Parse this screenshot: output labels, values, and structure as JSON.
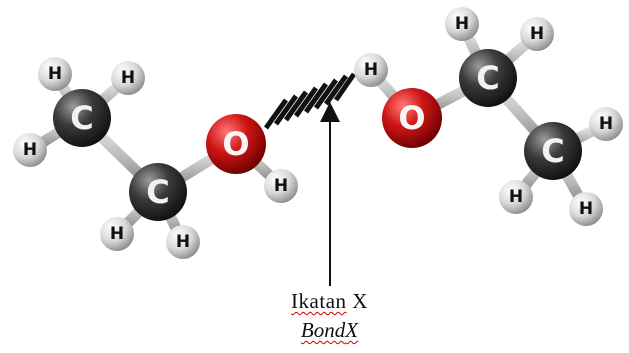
{
  "atoms": {
    "hydrogen_symbol": "H",
    "carbon_symbol": "C",
    "oxygen_symbol": "O"
  },
  "caption": {
    "label_word": "Ikatan",
    "label_letter": "X",
    "label_en_word": "Bond",
    "label_en_letter": "X"
  },
  "colors": {
    "hydrogen": "#d9d9d9",
    "carbon": "#333333",
    "oxygen": "#cc1111",
    "bond": "#222222",
    "underline": "#cc0000"
  }
}
